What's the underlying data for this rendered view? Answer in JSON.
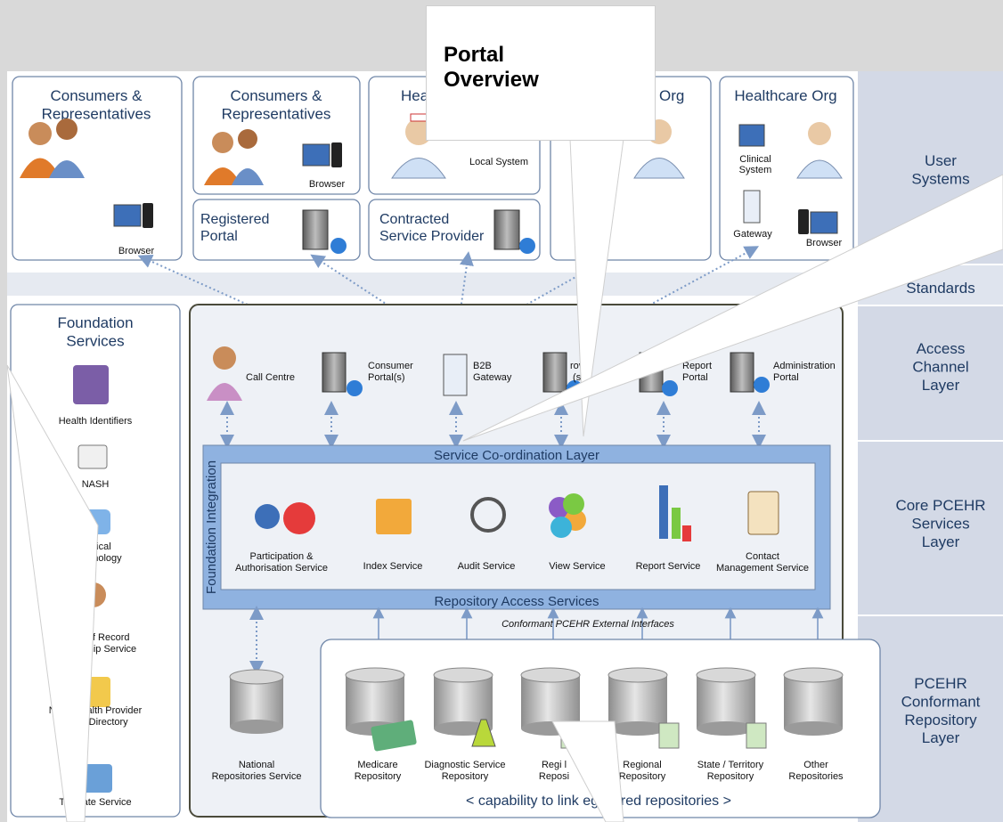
{
  "callout": {
    "title": "Portal\nOverview"
  },
  "layers": {
    "user_systems": "User\nSystems",
    "standards": "Standards",
    "access_channel": "Access\nChannel\nLayer",
    "core_services": "Core PCEHR\nServices\nLayer",
    "repository": "PCEHR\nConformant\nRepository\nLayer"
  },
  "user_boxes": {
    "consumers_1": {
      "title": "Consumers &\nRepresentatives",
      "device": "Browser"
    },
    "consumers_2": {
      "title": "Consumers &\nRepresentatives",
      "device": "Browser"
    },
    "registered_portal": {
      "title": "Registered\nPortal"
    },
    "healthcare_1": {
      "title": "Hea",
      "device": "Local System"
    },
    "contracted": {
      "title": "Contracted\nService Provider"
    },
    "healthcare_2": {
      "title": "Org"
    },
    "healthcare_3": {
      "title": "Healthcare Org",
      "clinical": "Clinical\nSystem",
      "gateway": "Gateway",
      "browser": "Browser"
    }
  },
  "foundation": {
    "title": "Foundation\nServices",
    "items": [
      "Health Identifiers",
      "NASH",
      "Clinical\nTerminology",
      "Proof of Record\nOwnership Service",
      "N   nal Health Provider\n   rvice Directory",
      "Tem  late Service"
    ]
  },
  "access": {
    "call_centre": "Call Centre",
    "consumer_portal": "Consumer\nPortal(s)",
    "b2b": "B2B\nGateway",
    "provider": "rovid\n   (s)",
    "report_portal": "Report\nPortal",
    "admin_portal": "Administration\nPortal"
  },
  "core": {
    "coordination": "Service Co-ordination Layer",
    "integration": "Foundation Integration",
    "repo_access": "Repository Access Services",
    "services": [
      "Participation &\nAuthorisation Service",
      "Index Service",
      "Audit Service",
      "View Service",
      "Report Service",
      "Contact\nManagement Service"
    ]
  },
  "repositories": {
    "external": "Conformant PCEHR External Interfaces",
    "national": "National\nRepositories Service",
    "items": [
      "Medicare\nRepository",
      "Diagnostic Service\nRepository",
      "Regi   l\nReposi",
      "Regional\nRepository",
      "State / Territory\nRepository",
      "Other\nRepositories"
    ],
    "footer": "< capability to link    egistered repositories >"
  },
  "colors": {
    "layer_band": "#d3d9e6",
    "box_border": "#6f86a8",
    "core_blue": "#8fb2e0",
    "arrow": "#7d9bc7"
  }
}
